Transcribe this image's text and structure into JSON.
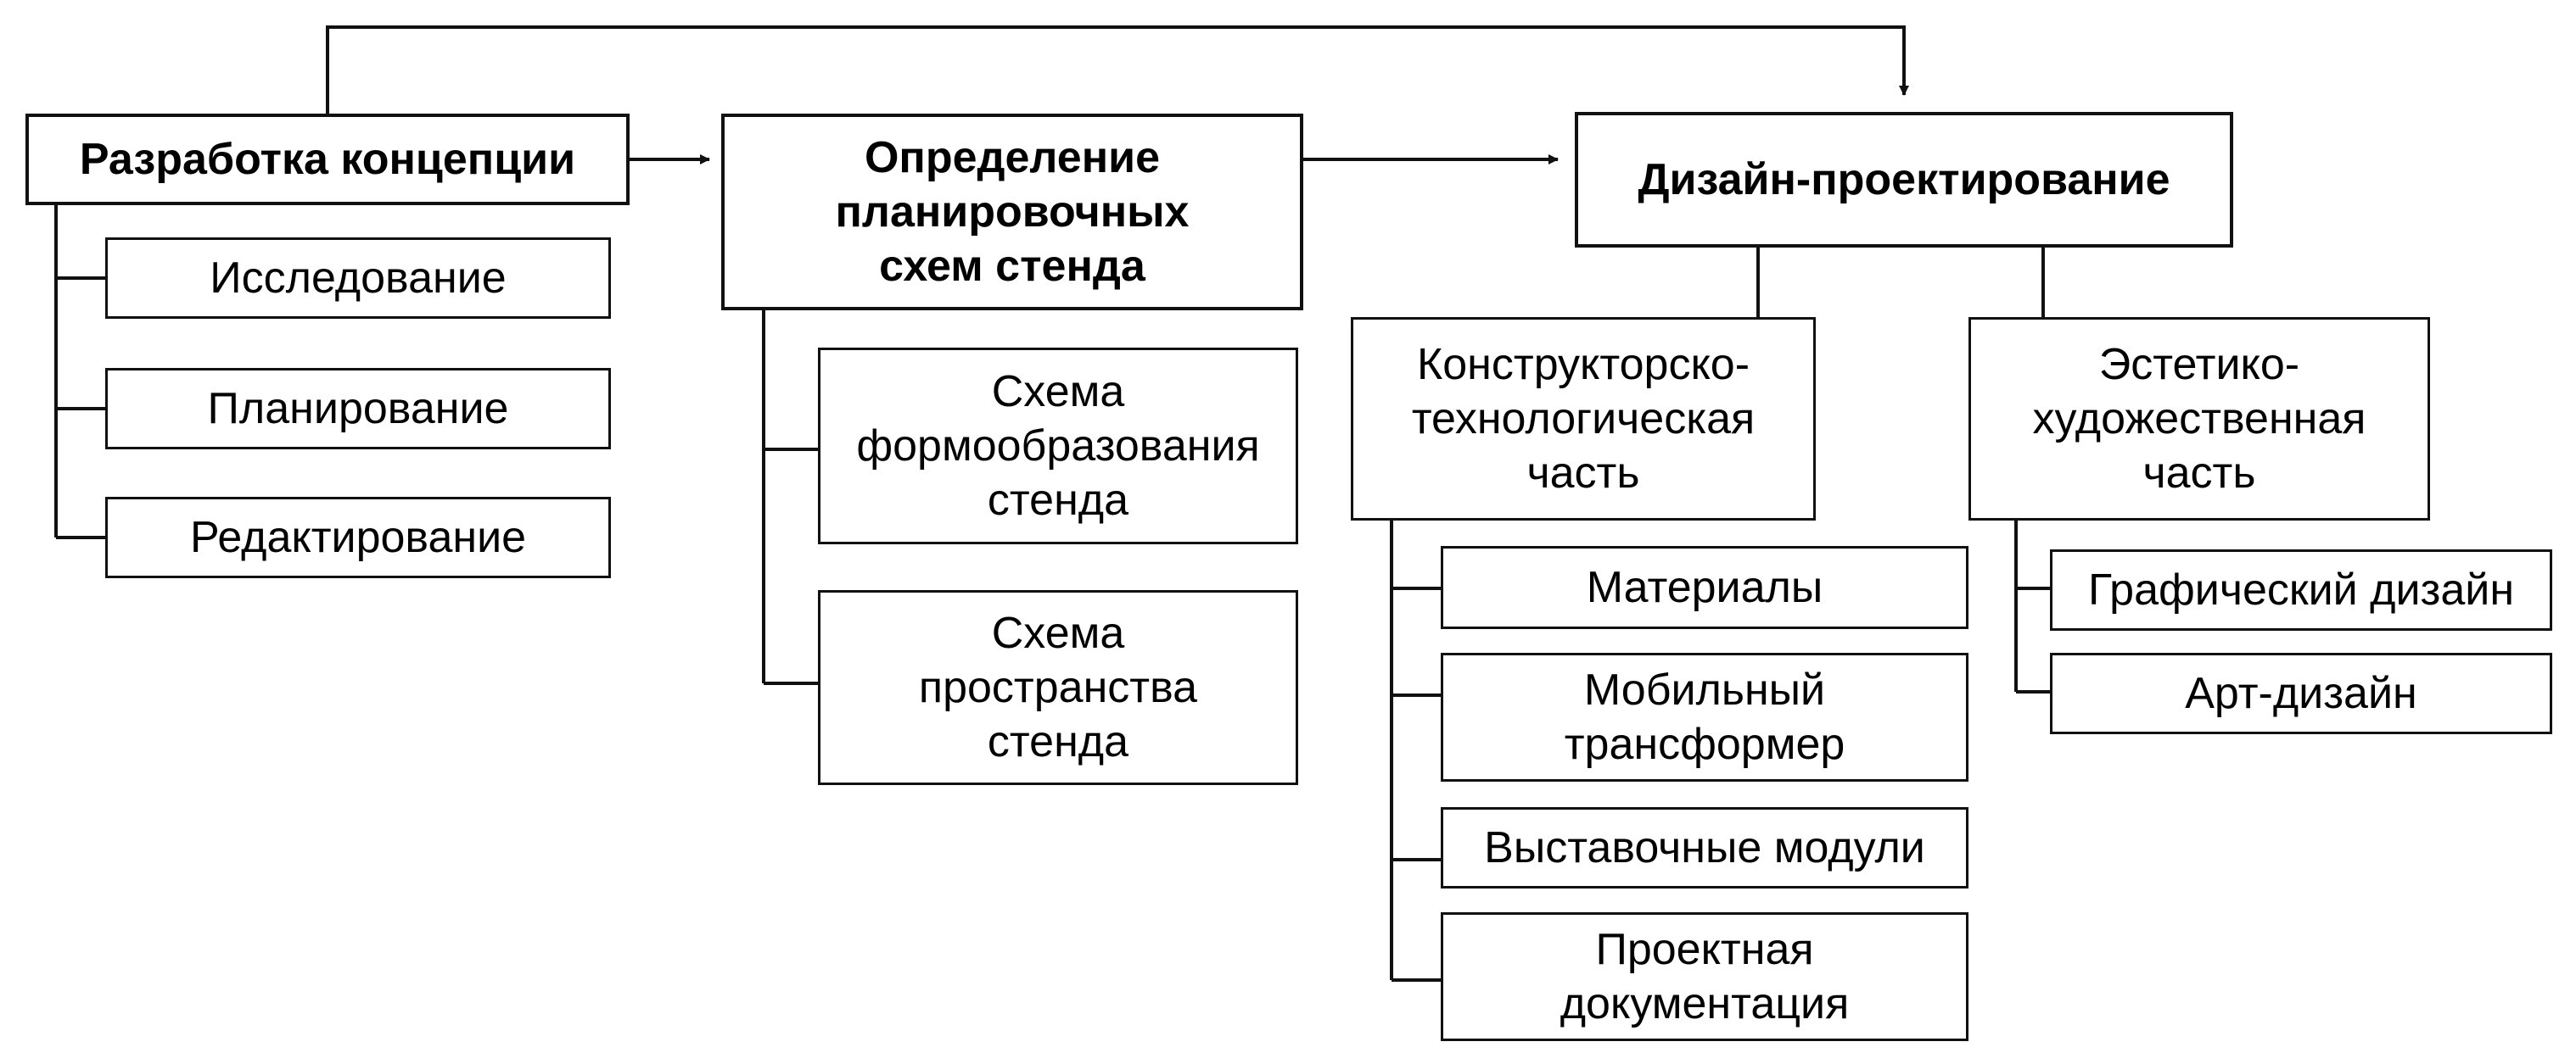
{
  "colors": {
    "line": "#111111",
    "background": "#ffffff",
    "text": "#000000"
  },
  "boxes": {
    "concept": "Разработка концепции",
    "research": "Исследование",
    "planning": "Планирование",
    "editing": "Редактирование",
    "layout_schemes": "Определение\nпланировочных\nсхем стенда",
    "form_scheme": "Схема\nформообразования\nстенда",
    "space_scheme": "Схема\nпространства\nстенда",
    "design": "Дизайн-проектирование",
    "engineering": "Конструкторско-\nтехнологическая\nчасть",
    "aesthetic": "Эстетико-\nхудожественная\nчасть",
    "materials": "Материалы",
    "mobile": "Мобильный\nтрансформер",
    "modules": "Выставочные модули",
    "docs": "Проектная\nдокументация",
    "graphic": "Графический дизайн",
    "art": "Арт-дизайн"
  }
}
